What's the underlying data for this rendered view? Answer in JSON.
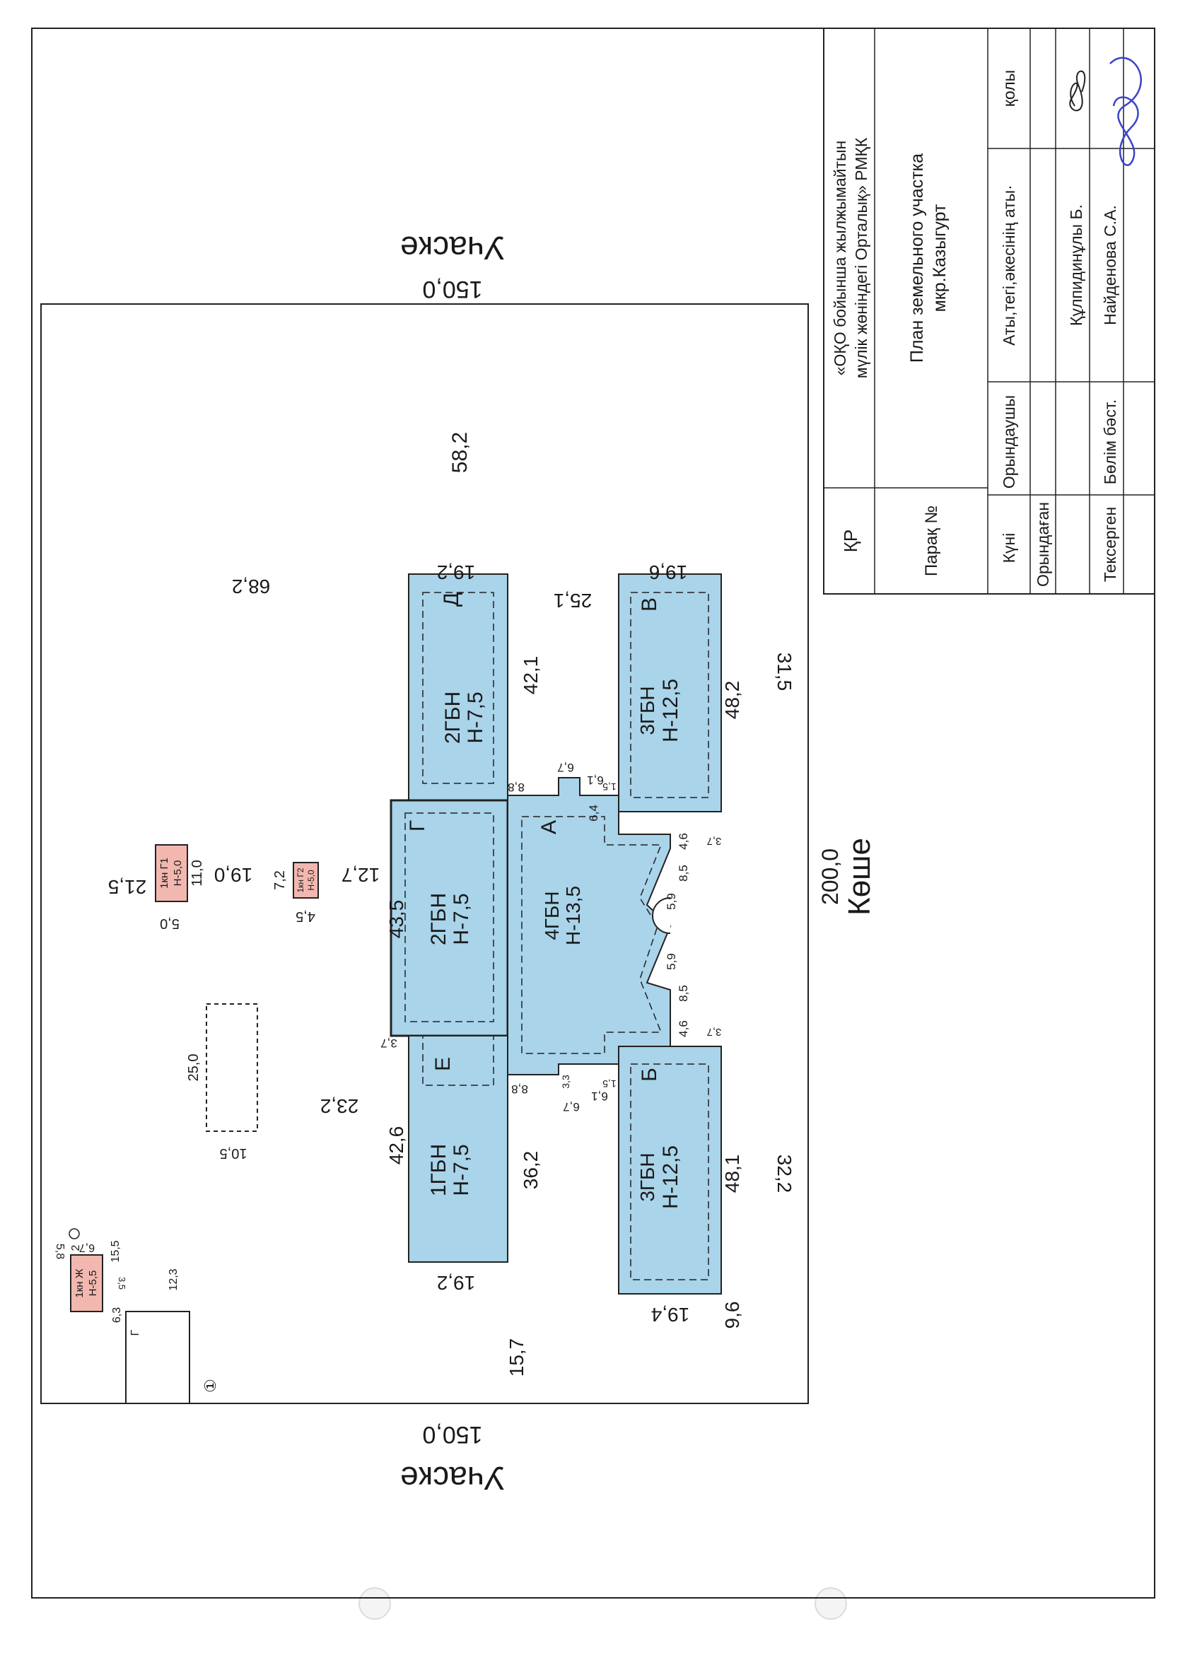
{
  "title_block": {
    "country": "ҚР",
    "organization": "«ОҚО бойынша жылжымайтын мүлік жөніндегі Орталық» РМҚК",
    "sheet_no_label": "Парақ №",
    "plan_title": "План земельного участка",
    "plan_location": "мкр.Казыгурт",
    "col_date": "Күні",
    "col_performer": "Орындаушы",
    "col_name": "Аты,тегі,әкесінің аты·",
    "col_signature": "қолы",
    "row_executed": "Орындаған",
    "row_checked": "Тексерген",
    "dept_head": "Бөлім бәст.",
    "executor_name": "Құлпидинұлы Б.",
    "checker_name": "Найденова С.А."
  },
  "neighbors": {
    "top_label": "Учаске",
    "bottom_label": "Учаске",
    "street_label": "Көше"
  },
  "dimensions": {
    "top_150": "150,0",
    "bottom_150": "150,0",
    "right_200": "200,0",
    "d_58_2": "58,2",
    "d_68_2": "68,2",
    "d_21_5": "21,5",
    "d_19_0": "19,0",
    "d_12_7": "12,7",
    "d_43_5": "43,5",
    "d_23_2": "23,2",
    "d_42_6": "42,6",
    "d_36_2": "36,2",
    "d_19_2_top": "19,2",
    "d_19_2_bot": "19,2",
    "d_15_7": "15,7",
    "d_19_4": "19,4",
    "d_9_6": "9,6",
    "d_48_1": "48,1",
    "d_32_2": "32,2",
    "d_48_2": "48,2",
    "d_31_5": "31,5",
    "d_25_1": "25,1",
    "d_42_1": "42,1",
    "d_19_6": "19,6",
    "d_11_0": "11,0",
    "d_5_0": "5,0",
    "d_7_2": "7,2",
    "d_4_5": "4,5",
    "d_25_0": "25,0",
    "d_10_5": "10,5",
    "d_6_7a": "6,7",
    "d_8_8a": "8,8",
    "d_1_5a": "1,5",
    "d_6_1a": "6,1",
    "d_6_4": "6,4",
    "d_3_7a": "3,7",
    "d_4_6a": "4,6",
    "d_8_5a": "8,5",
    "d_5_9a": "5,9",
    "d_5_9b": "5,9",
    "d_8_5b": "8,5",
    "d_4_6b": "4,6",
    "d_3_7b": "3,7",
    "d_3_7c": "3,7",
    "d_8_8b": "8,8",
    "d_3_3": "3,3",
    "d_6_7b": "6,7",
    "d_1_5b": "1,5",
    "d_6_1b": "6,1",
    "d_12_3": "12,3",
    "d_6_3": "6,3",
    "d_3_5": "3,5",
    "d_15_5": "15,5",
    "d_6_7c": "6,7",
    "d_5_8": "5,8"
  },
  "buildings": {
    "D": {
      "letter": "Д",
      "type": "2ГБН",
      "height": "Н-7,5"
    },
    "G": {
      "letter": "Г",
      "type": "2ГБН",
      "height": "Н-7,5"
    },
    "E": {
      "letter": "Е",
      "type": "1ГБН",
      "height": "Н-7,5"
    },
    "A": {
      "letter": "А",
      "type": "4ГБН",
      "height": "Н-13,5"
    },
    "V": {
      "letter": "В",
      "type": "3ГБН",
      "height": "Н-12,5"
    },
    "B": {
      "letter": "Б",
      "type": "3ГБН",
      "height": "Н-12,5"
    },
    "G1": {
      "type": "1кн Г1",
      "height": "Н-5,0"
    },
    "G2": {
      "type": "1кн Г2",
      "height": "Н-5,0"
    },
    "ZH": {
      "type": "1кн Ж",
      "height": "Н-5,5"
    },
    "small_g": {
      "letter": "Г"
    }
  },
  "marks": {
    "circle_label": "2",
    "point_1": "①"
  },
  "colors": {
    "building_fill": "#a9d4ea",
    "kiosk_fill": "#f2b8b0",
    "ink": "#1a1a1a",
    "signature": "#3a44c8"
  }
}
